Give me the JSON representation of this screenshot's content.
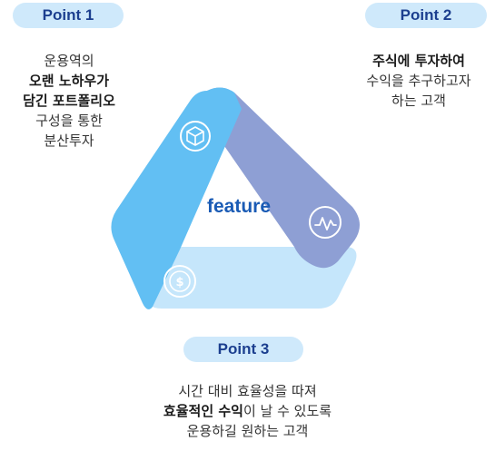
{
  "points": [
    {
      "label": "Point 1",
      "lines": [
        {
          "text": "운용역의",
          "bold": false
        },
        {
          "text": "오랜 노하우가",
          "bold": true
        },
        {
          "text": "담긴 포트폴리오",
          "bold": true
        },
        {
          "text": "구성을 통한",
          "bold": false
        },
        {
          "text": "분산투자",
          "bold": false
        }
      ]
    },
    {
      "label": "Point 2",
      "lines": [
        {
          "text": "주식에 투자하여",
          "bold": true
        },
        {
          "text": "수익을 추구하고자",
          "bold": false
        },
        {
          "text": "하는 고객",
          "bold": false
        }
      ]
    },
    {
      "label": "Point 3",
      "line1": "시간 대비 효율성을 따져",
      "line2_bold": "효율적인 수익",
      "line2_rest": "이 날 수 있도록",
      "line3": "운용하길 원하는 고객"
    }
  ],
  "center_label": "feature",
  "icons": [
    "cube-icon",
    "pulse-chart-icon",
    "dollar-coin-icon"
  ],
  "colors": {
    "pill_bg": "#cfe9fb",
    "pill_text": "#1c3f8f",
    "band_left": "#62bff3",
    "band_right": "#8e9fd4",
    "band_bottom": "#c5e6fb",
    "center_text": "#1a5bb5"
  }
}
